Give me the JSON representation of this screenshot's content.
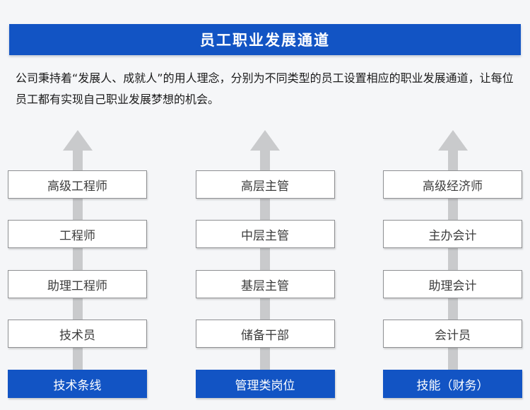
{
  "page": {
    "background_color": "#f5f6f8",
    "accent_color": "#1254c4",
    "arrow_color": "#c9cacc"
  },
  "header": {
    "title": "员工职业发展通道"
  },
  "intro": {
    "text": "公司秉持着“发展人、成就人”的用人理念，分别为不同类型的员工设置相应的职业发展通道，让每位员工都有实现自己职业发展梦想的机会。"
  },
  "channels": [
    {
      "name": "技术条线",
      "levels": [
        "高级工程师",
        "工程师",
        "助理工程师",
        "技术员"
      ]
    },
    {
      "name": "管理类岗位",
      "levels": [
        "高层主管",
        "中层主管",
        "基层主管",
        "储备干部"
      ]
    },
    {
      "name": "技能（财务）",
      "levels": [
        "高级经济师",
        "主办会计",
        "助理会计",
        "会计员"
      ]
    }
  ]
}
